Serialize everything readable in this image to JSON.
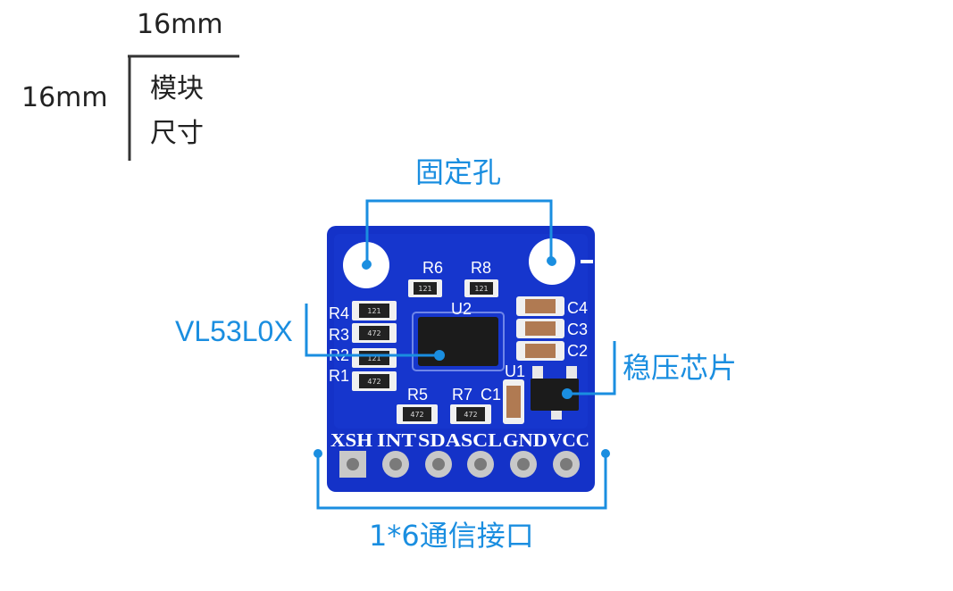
{
  "dimensions": {
    "width_label": "16mm",
    "height_label": "16mm",
    "module_label_line1": "模块",
    "module_label_line2": "尺寸"
  },
  "callouts": {
    "mounting_holes": "固定孔",
    "sensor": "VL53L0X",
    "regulator": "稳压芯片",
    "interface": "1*6通信接口"
  },
  "board": {
    "pin_labels": [
      "XSH",
      "INT",
      "SDA",
      "SCL",
      "GND",
      "VCC"
    ],
    "designators": {
      "r6": "R6",
      "r8": "R8",
      "u2": "U2",
      "r4": "R4",
      "r3": "R3",
      "r2": "R2",
      "r1": "R1",
      "r5": "R5",
      "r7": "R7",
      "c1": "C1",
      "u1": "U1",
      "c4": "C4",
      "c3": "C3",
      "c2": "C2"
    },
    "resistor_codes": {
      "r6": "121",
      "r8": "121",
      "r4": "121",
      "r3": "472",
      "r2": "121",
      "r1": "472",
      "r5": "472",
      "r7": "472"
    }
  },
  "colors": {
    "accent": "#1a8ee0",
    "pcb": "#1432c8",
    "pcb_dark": "#0e26a8",
    "text_dark": "#222222"
  }
}
